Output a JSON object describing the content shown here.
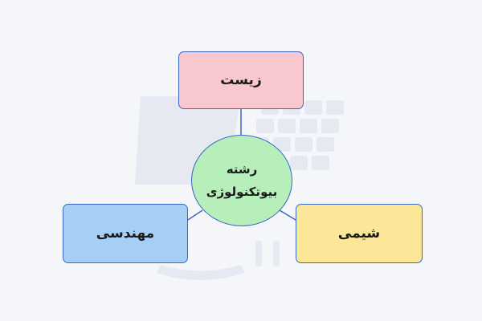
{
  "diagram": {
    "center": {
      "line1": "رشته",
      "line2": "بیوتکنولوژی"
    },
    "nodes": {
      "top": "زیست",
      "left": "مهندسی",
      "right": "شیمی"
    },
    "colors": {
      "top_fill": "#f9c8ce",
      "left_fill": "#a7cff6",
      "right_fill": "#fbe797",
      "center_fill": "#b6efb9",
      "border": "#3a66c4",
      "background": "#f5f6fa"
    }
  }
}
